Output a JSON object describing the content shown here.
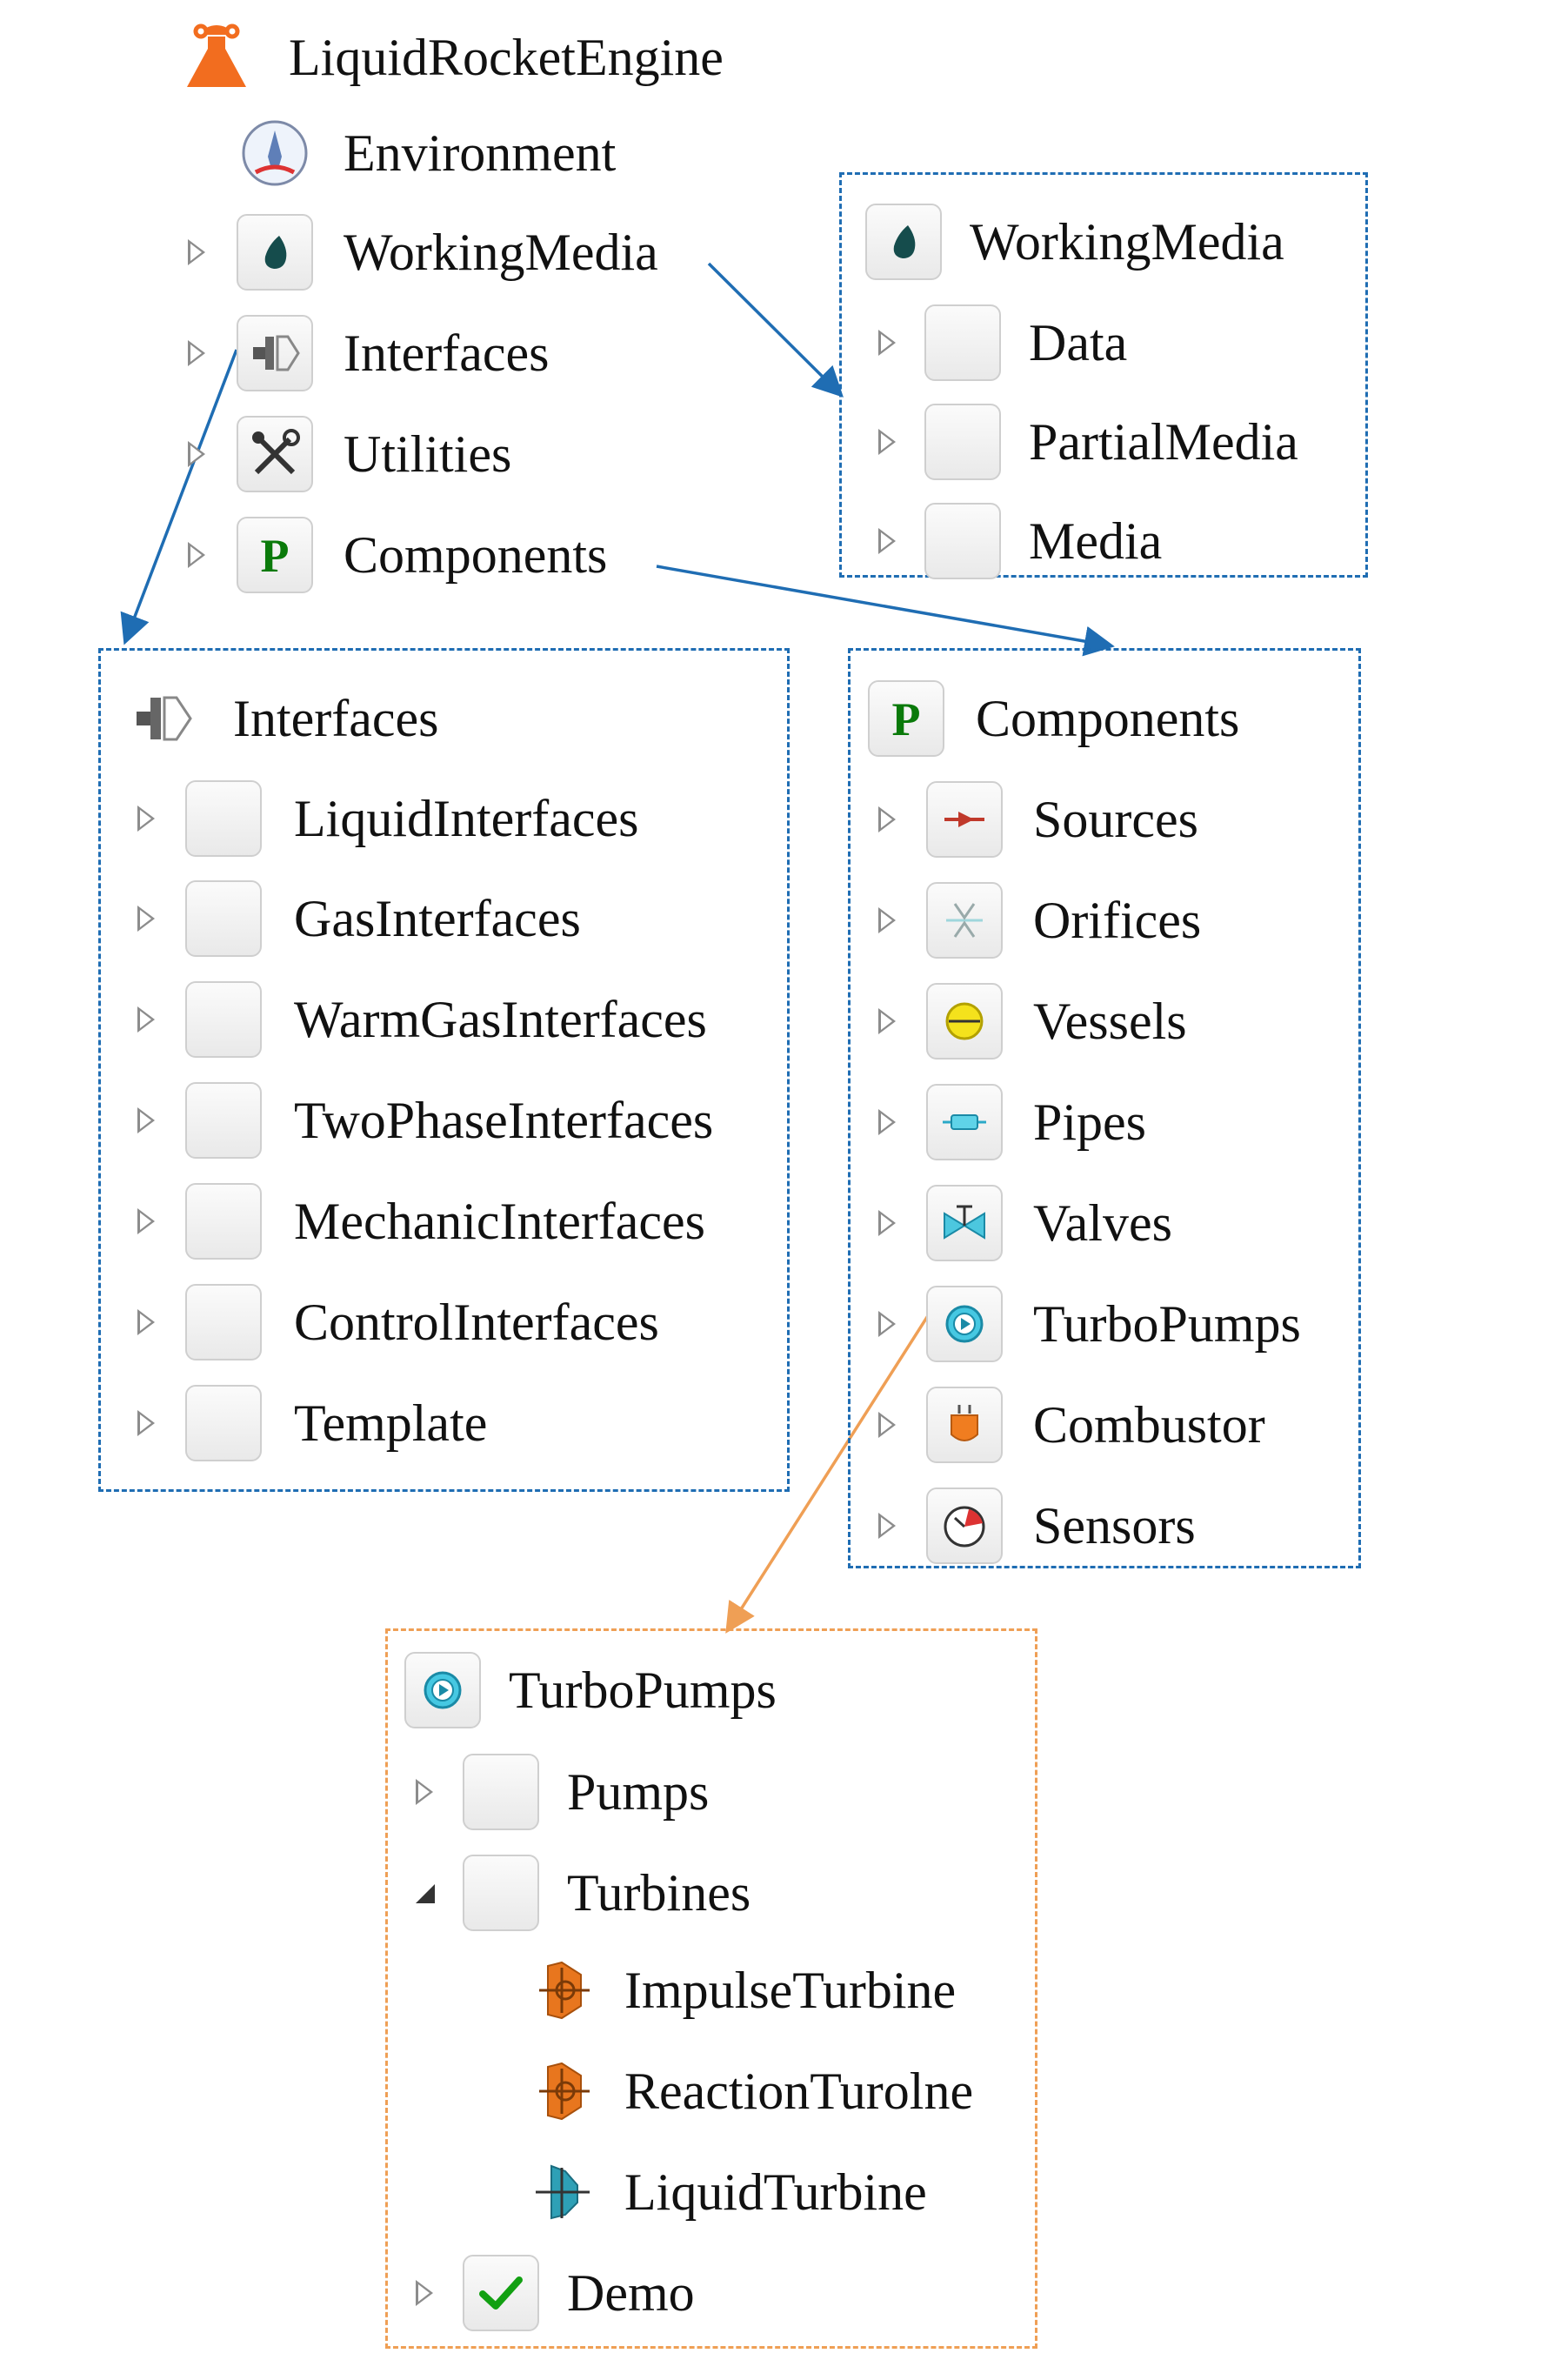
{
  "root": {
    "label": "LiquidRocketEngine",
    "children": [
      {
        "label": "Environment"
      },
      {
        "label": "WorkingMedia"
      },
      {
        "label": "Interfaces"
      },
      {
        "label": "Utilities"
      },
      {
        "label": "Components"
      }
    ]
  },
  "working_media_panel": {
    "title": "WorkingMedia",
    "items": [
      {
        "label": "Data"
      },
      {
        "label": "PartialMedia"
      },
      {
        "label": "Media"
      }
    ]
  },
  "interfaces_panel": {
    "title": "Interfaces",
    "items": [
      {
        "label": "LiquidInterfaces"
      },
      {
        "label": "GasInterfaces"
      },
      {
        "label": "WarmGasInterfaces"
      },
      {
        "label": "TwoPhaseInterfaces"
      },
      {
        "label": "MechanicInterfaces"
      },
      {
        "label": "ControlInterfaces"
      },
      {
        "label": "Template"
      }
    ]
  },
  "components_panel": {
    "title": "Components",
    "items": [
      {
        "label": "Sources",
        "icon": "source-arrow-icon"
      },
      {
        "label": "Orifices",
        "icon": "orifice-icon"
      },
      {
        "label": "Vessels",
        "icon": "vessel-icon"
      },
      {
        "label": "Pipes",
        "icon": "pipe-icon"
      },
      {
        "label": "Valves",
        "icon": "valve-icon"
      },
      {
        "label": "TurboPumps",
        "icon": "turbopump-icon"
      },
      {
        "label": "Combustor",
        "icon": "combustor-icon"
      },
      {
        "label": "Sensors",
        "icon": "gauge-icon"
      }
    ]
  },
  "turbopumps_panel": {
    "title": "TurboPumps",
    "items": [
      {
        "label": "Pumps"
      },
      {
        "label": "Turbines",
        "children": [
          {
            "label": "ImpulseTurbine"
          },
          {
            "label": "ReactionTurolne"
          },
          {
            "label": "LiquidTurbine"
          }
        ]
      },
      {
        "label": "Demo"
      }
    ]
  },
  "colors": {
    "blue_dash": "#1f6db3",
    "orange_dash": "#ef9f55",
    "icon_orange": "#f26d1f"
  }
}
